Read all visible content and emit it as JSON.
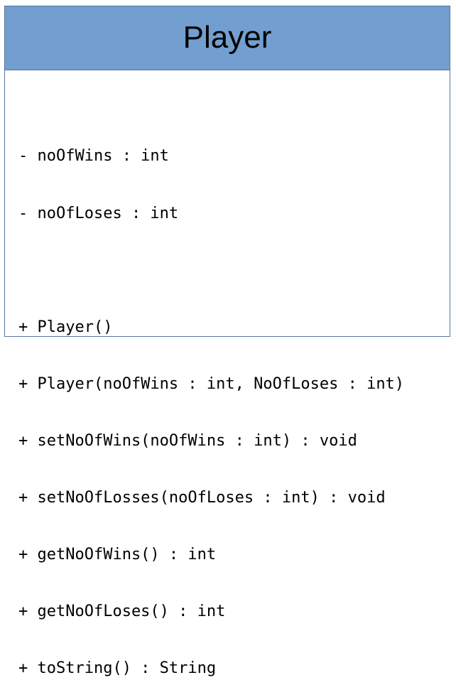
{
  "class": {
    "name": "Player",
    "attributes": [
      "- noOfWins : int",
      "- noOfLoses : int"
    ],
    "operations": [
      "+ Player()",
      "+ Player(noOfWins : int, NoOfLoses : int)",
      "+ setNoOfWins(noOfWins : int) : void",
      "+ setNoOfLosses(noOfLoses : int) : void",
      "+ getNoOfWins() : int",
      "+ getNoOfLoses() : int",
      "+ toString() : String"
    ]
  },
  "colors": {
    "header_fill": "#729fcf",
    "border": "#56759f",
    "body_fill": "#ffffff"
  }
}
